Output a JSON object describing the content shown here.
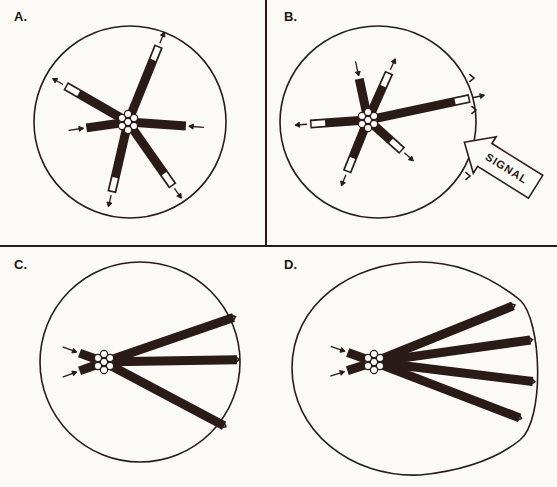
{
  "diagram": {
    "nodes": [
      {
        "text": [
          "SIGNAL"
        ]
      }
    ],
    "labels": [
      "A.",
      "B.",
      "C.",
      "D."
    ]
  }
}
